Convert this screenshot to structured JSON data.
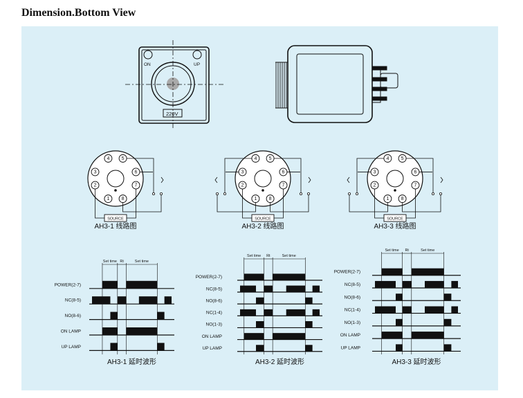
{
  "page": {
    "title": "Dimension.Bottom View"
  },
  "front_view": {
    "on_label": "ON",
    "up_label": "UP",
    "voltage_label": "220V"
  },
  "wiring": [
    {
      "caption": "AH3-1 线路图",
      "source_label": "SOURCE",
      "pins": [
        "1",
        "2",
        "3",
        "4",
        "5",
        "6",
        "7",
        "8"
      ]
    },
    {
      "caption": "AH3-2 线路图",
      "source_label": "SOURCE",
      "pins": [
        "1",
        "2",
        "3",
        "4",
        "5",
        "6",
        "7",
        "8"
      ]
    },
    {
      "caption": "AH3-3 线路图",
      "source_label": "SOURCE",
      "pins": [
        "1",
        "2",
        "3",
        "4",
        "5",
        "6",
        "7",
        "8"
      ]
    }
  ],
  "timing": [
    {
      "caption": "AH3-1 延时波形",
      "set_time": "Set time",
      "rt": "Rt",
      "rows": [
        {
          "label": "POWER(2-7)",
          "segments": [
            [
              0.13,
              0.32
            ],
            [
              0.43,
              0.82
            ]
          ]
        },
        {
          "label": "NC(8-5)",
          "segments": [
            [
              0.0,
              0.23
            ],
            [
              0.32,
              0.43
            ],
            [
              0.59,
              0.82
            ],
            [
              0.91,
              1.0
            ]
          ]
        },
        {
          "label": "NO(8-6)",
          "segments": [
            [
              0.23,
              0.32
            ],
            [
              0.82,
              0.91
            ]
          ]
        },
        {
          "label": "ON LAMP",
          "segments": [
            [
              0.13,
              0.32
            ],
            [
              0.43,
              0.82
            ]
          ]
        },
        {
          "label": "UP LAMP",
          "segments": [
            [
              0.23,
              0.32
            ],
            [
              0.82,
              0.91
            ]
          ]
        }
      ]
    },
    {
      "caption": "AH3-2 延时波形",
      "set_time": "Set time",
      "rt": "Rt",
      "rows": [
        {
          "label": "POWER(2-7)",
          "segments": [
            [
              0.05,
              0.3
            ],
            [
              0.41,
              0.82
            ]
          ]
        },
        {
          "label": "NC(8-5)",
          "segments": [
            [
              0.0,
              0.2
            ],
            [
              0.3,
              0.41
            ],
            [
              0.58,
              0.82
            ],
            [
              0.91,
              1.0
            ]
          ]
        },
        {
          "label": "NO(8-6)",
          "segments": [
            [
              0.2,
              0.3
            ],
            [
              0.82,
              0.91
            ]
          ]
        },
        {
          "label": "NC(1-4)",
          "segments": [
            [
              0.0,
              0.2
            ],
            [
              0.3,
              0.41
            ],
            [
              0.58,
              0.82
            ],
            [
              0.91,
              1.0
            ]
          ]
        },
        {
          "label": "NO(1-3)",
          "segments": [
            [
              0.2,
              0.3
            ],
            [
              0.82,
              0.91
            ]
          ]
        },
        {
          "label": "ON LAMP",
          "segments": [
            [
              0.05,
              0.3
            ],
            [
              0.41,
              0.82
            ]
          ]
        },
        {
          "label": "UP LAMP",
          "segments": [
            [
              0.2,
              0.3
            ],
            [
              0.82,
              0.91
            ]
          ]
        }
      ]
    },
    {
      "caption": "AH3-3 延时波形",
      "set_time": "Set time",
      "rt": "Rt",
      "rows": [
        {
          "label": "POWER(2-7)",
          "segments": [
            [
              0.08,
              0.33
            ],
            [
              0.44,
              0.83
            ]
          ]
        },
        {
          "label": "NC(8-5)",
          "segments": [
            [
              0.0,
              0.25
            ],
            [
              0.33,
              0.44
            ],
            [
              0.6,
              0.83
            ],
            [
              0.92,
              1.0
            ]
          ]
        },
        {
          "label": "NO(8-6)",
          "segments": [
            [
              0.25,
              0.33
            ],
            [
              0.83,
              0.92
            ]
          ]
        },
        {
          "label": "NC(1-4)",
          "segments": [
            [
              0.0,
              0.25
            ],
            [
              0.33,
              0.44
            ],
            [
              0.6,
              0.83
            ],
            [
              0.92,
              1.0
            ]
          ]
        },
        {
          "label": "NO(1-3)",
          "segments": [
            [
              0.25,
              0.33
            ],
            [
              0.83,
              0.92
            ]
          ]
        },
        {
          "label": "ON LAMP",
          "segments": [
            [
              0.08,
              0.33
            ],
            [
              0.44,
              0.83
            ]
          ]
        },
        {
          "label": "UP LAMP",
          "segments": [
            [
              0.25,
              0.33
            ],
            [
              0.83,
              0.92
            ]
          ]
        }
      ]
    }
  ]
}
